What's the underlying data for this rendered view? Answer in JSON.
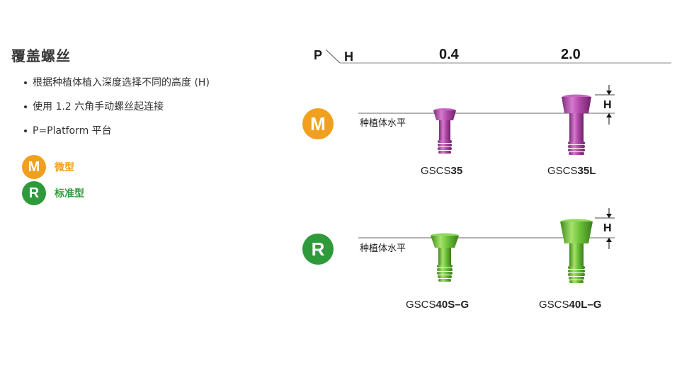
{
  "title": "覆盖螺丝",
  "bullets": [
    "根据种植体植入深度选择不同的高度 (H)",
    "使用 1.2 六角手动螺丝起连接",
    "P=Platform 平台"
  ],
  "legend": [
    {
      "letter": "M",
      "label": "微型",
      "color": "#f0a01e"
    },
    {
      "letter": "R",
      "label": "标准型",
      "color": "#2f9a3a"
    }
  ],
  "table_header": {
    "p": "P",
    "h": "H",
    "col1": "0.4",
    "col2": "2.0"
  },
  "rows": [
    {
      "letter": "M",
      "color": "#f0a01e",
      "level_label": "种植体水平",
      "h_label": "H",
      "products": [
        {
          "prefix": "GSCS",
          "suffix": "35"
        },
        {
          "prefix": "GSCS",
          "suffix": "35L"
        }
      ]
    },
    {
      "letter": "R",
      "color": "#2f9a3a",
      "level_label": "种植体水平",
      "h_label": "H",
      "products": [
        {
          "prefix": "GSCS",
          "suffix": "40S–G"
        },
        {
          "prefix": "GSCS",
          "suffix": "40L–G"
        }
      ]
    }
  ],
  "colors": {
    "purple": "#b04aa8",
    "green": "#6cc23a"
  }
}
